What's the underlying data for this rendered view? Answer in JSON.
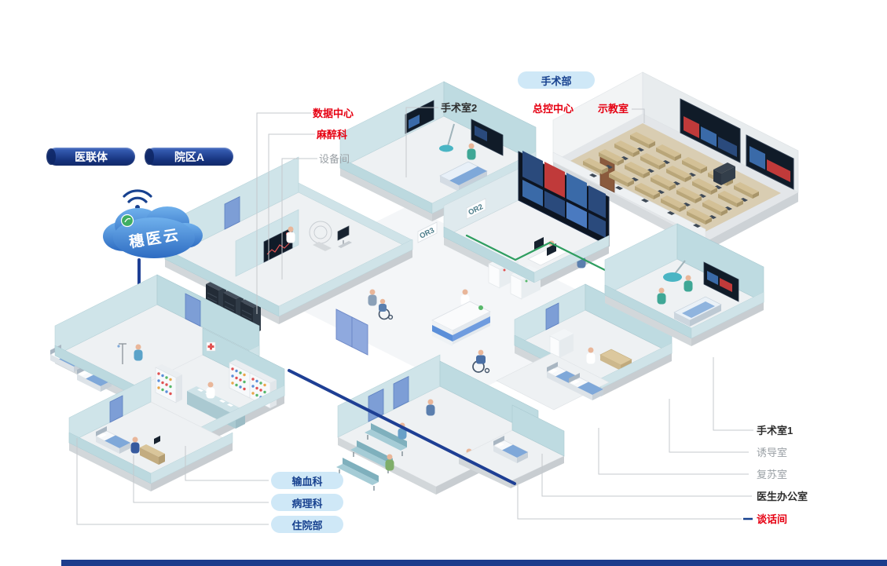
{
  "page": {
    "bottom_bar_color": "#1d3c8c",
    "background": "#ffffff"
  },
  "cloud": {
    "label": "穗医云"
  },
  "top_badges": {
    "surgery_dept": "手术部",
    "alliance": "医联体",
    "campus": "院区A"
  },
  "callouts": {
    "or2_room": {
      "label": "手术室2",
      "color": "#2e2e2e"
    },
    "data_center": {
      "label": "数据中心",
      "color": "#e60012"
    },
    "anesthesia": {
      "label": "麻醉科",
      "color": "#e60012"
    },
    "equipment_room": {
      "label": "设备间",
      "color": "#9aa0a5"
    },
    "master_control": {
      "label": "总控中心",
      "color": "#e60012"
    },
    "demo_room": {
      "label": "示教室",
      "color": "#e60012"
    },
    "or1_room": {
      "label": "手术室1",
      "color": "#2e2e2e"
    },
    "induction_room": {
      "label": "诱导室",
      "color": "#9aa0a5"
    },
    "recovery_room": {
      "label": "复苏室",
      "color": "#9aa0a5"
    },
    "doctor_office": {
      "label": "医生办公室",
      "color": "#2e2e2e"
    },
    "talk_room": {
      "label": "谈话间",
      "color": "#e60012"
    }
  },
  "dept_pills": {
    "blood": "输血科",
    "pathology": "病理科",
    "inpatient": "住院部"
  },
  "room_tags": {
    "or2": "OR2",
    "or3": "OR3"
  },
  "colors": {
    "red": "#e60012",
    "navy": "#17418f",
    "gray_label": "#9aa0a5",
    "pill_bg": "#cfe8f7",
    "wall_teal": "#bcd9df",
    "network_blue": "#1e3f94",
    "network_green": "#2f9e60"
  }
}
